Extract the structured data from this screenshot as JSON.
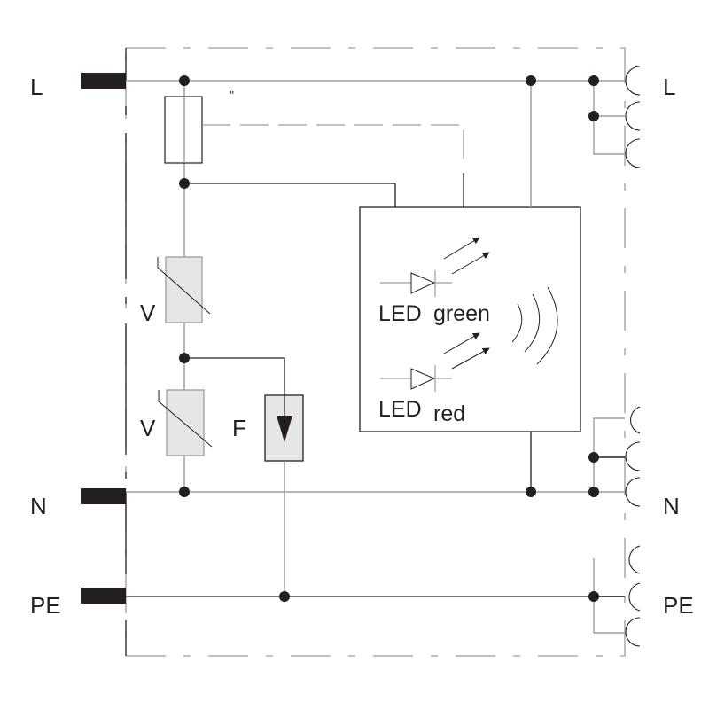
{
  "diagram": {
    "type": "circuit-schematic",
    "description": "Surge protection device wiring diagram with varistors, gas discharge tube, status LEDs and remote signaling",
    "left_terminals": [
      {
        "id": "L",
        "label": "L"
      },
      {
        "id": "N",
        "label": "N"
      },
      {
        "id": "PE",
        "label": "PE"
      }
    ],
    "right_terminals": [
      {
        "id": "L",
        "label": "L"
      },
      {
        "id": "N",
        "label": "N"
      },
      {
        "id": "PE",
        "label": "PE"
      }
    ],
    "components": {
      "fuse_mark": "''",
      "varistor_top": {
        "label": "V"
      },
      "varistor_bottom": {
        "label": "V"
      },
      "spark_gap": {
        "label": "F"
      },
      "led_green": {
        "prefix": "LED",
        "color": "green"
      },
      "led_red": {
        "prefix": "LED",
        "color": "red"
      }
    },
    "colors": {
      "wire_dark": "#231f20",
      "wire_grey": "#9d9d9d",
      "component_fill": "#e6e6e7"
    }
  }
}
